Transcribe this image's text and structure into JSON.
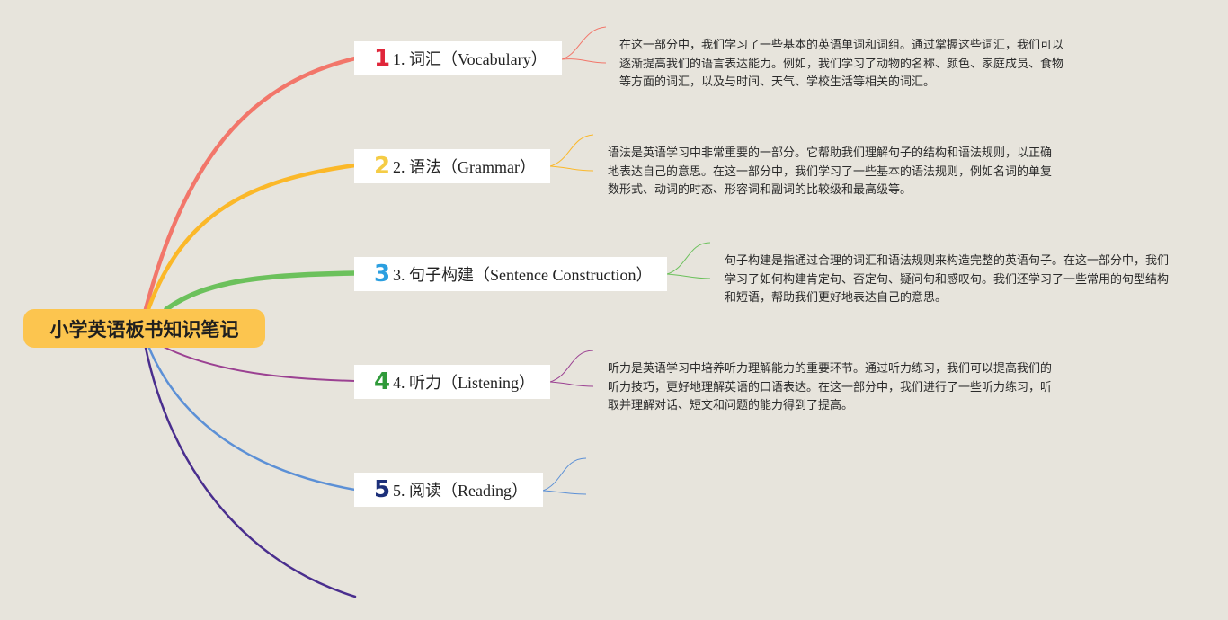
{
  "root": {
    "title": "小学英语板书知识笔记"
  },
  "topics": [
    {
      "icon": "1",
      "icon_name": "number-one-icon",
      "label": "1. 词汇（Vocabulary）",
      "color": "#f2766a",
      "icon_color": "#e0263a",
      "note": "在这一部分中，我们学习了一些基本的英语单词和词组。通过掌握这些词汇，我们可以逐渐提高我们的语言表达能力。例如，我们学习了动物的名称、颜色、家庭成员、食物等方面的词汇，以及与时间、天气、学校生活等相关的词汇。"
    },
    {
      "icon": "2",
      "icon_name": "number-two-icon",
      "label": "2. 语法（Grammar）",
      "color": "#fbb829",
      "icon_color": "#f5cc45",
      "note": "语法是英语学习中非常重要的一部分。它帮助我们理解句子的结构和语法规则，以正确地表达自己的意思。在这一部分中，我们学习了一些基本的语法规则，例如名词的单复数形式、动词的时态、形容词和副词的比较级和最高级等。"
    },
    {
      "icon": "3",
      "icon_name": "number-three-icon",
      "label": "3. 句子构建（Sentence Construction）",
      "color": "#6cc15c",
      "icon_color": "#2b9fe0",
      "note": "句子构建是指通过合理的词汇和语法规则来构造完整的英语句子。在这一部分中，我们学习了如何构建肯定句、否定句、疑问句和感叹句。我们还学习了一些常用的句型结构和短语，帮助我们更好地表达自己的意思。"
    },
    {
      "icon": "4",
      "icon_name": "number-four-icon",
      "label": "4. 听力（Listening）",
      "color": "#9b4192",
      "icon_color": "#2f9a3a",
      "note": "听力是英语学习中培养听力理解能力的重要环节。通过听力练习，我们可以提高我们的听力技巧，更好地理解英语的口语表达。在这一部分中，我们进行了一些听力练习，听取并理解对话、短文和问题的能力得到了提高。"
    },
    {
      "icon": "5",
      "icon_name": "number-five-icon",
      "label": "5. 阅读（Reading）",
      "color": "#5c90d6",
      "icon_color": "#1c2f7a",
      "note": ""
    }
  ],
  "extra_branch_color": "#4a2e8e"
}
